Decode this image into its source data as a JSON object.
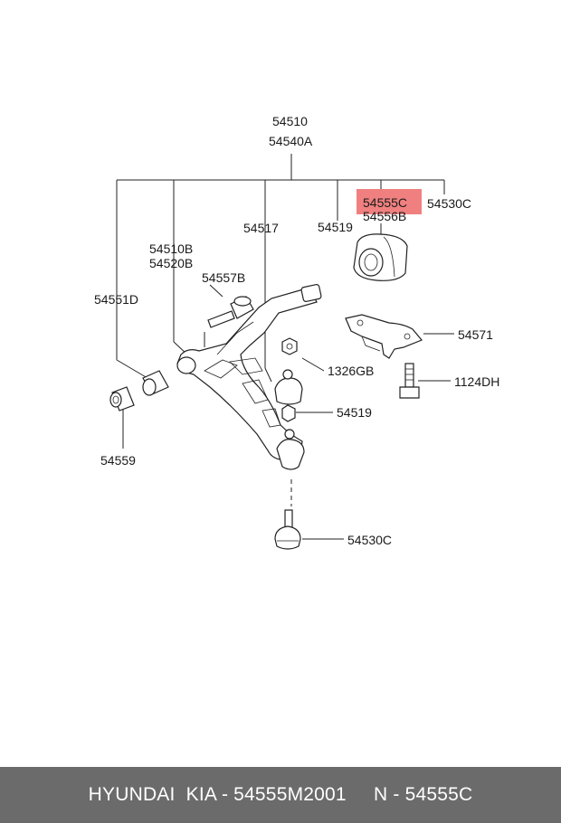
{
  "diagram": {
    "labels": {
      "assy_1": "54510",
      "assy_2": "54540A",
      "bushing_1": "54555C",
      "bushing_2": "54556B",
      "ball_joint_top": "54530C",
      "part_54517": "54517",
      "part_54519_top": "54519",
      "arm_1": "54510B",
      "arm_2": "54520B",
      "part_54551d": "54551D",
      "bolt_54557b": "54557B",
      "bracket_54571": "54571",
      "nut_1326gb": "1326GB",
      "bolt_1124dh": "1124DH",
      "part_54519_low": "54519",
      "bushing_54559": "54559",
      "ball_joint_bottom": "54530C"
    },
    "highlight_color": "#f08080"
  },
  "footer": {
    "text": "HYUNDAI  KIA - 54555M2001     N - 54555C"
  }
}
